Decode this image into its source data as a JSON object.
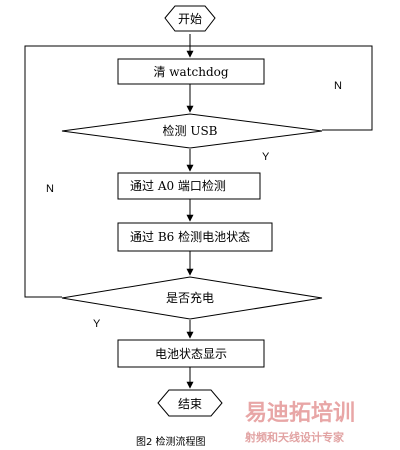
{
  "nodes": {
    "start": "开始",
    "clear_watchdog": "清 watchdog",
    "detect_usb": "检测 USB",
    "detect_a0": "通过 A0 端口检测",
    "detect_b6": "通过 B6 检测电池状态",
    "is_charging": "是否充电",
    "show_status": "电池状态显示",
    "end": "结束"
  },
  "branch_labels": {
    "usb_no": "N",
    "usb_yes": "Y",
    "charge_no": "N",
    "charge_yes": "Y"
  },
  "caption": "图2  检测流程图",
  "watermark": {
    "brand": "易迪拓培训",
    "tagline": "射频和天线设计专家"
  }
}
